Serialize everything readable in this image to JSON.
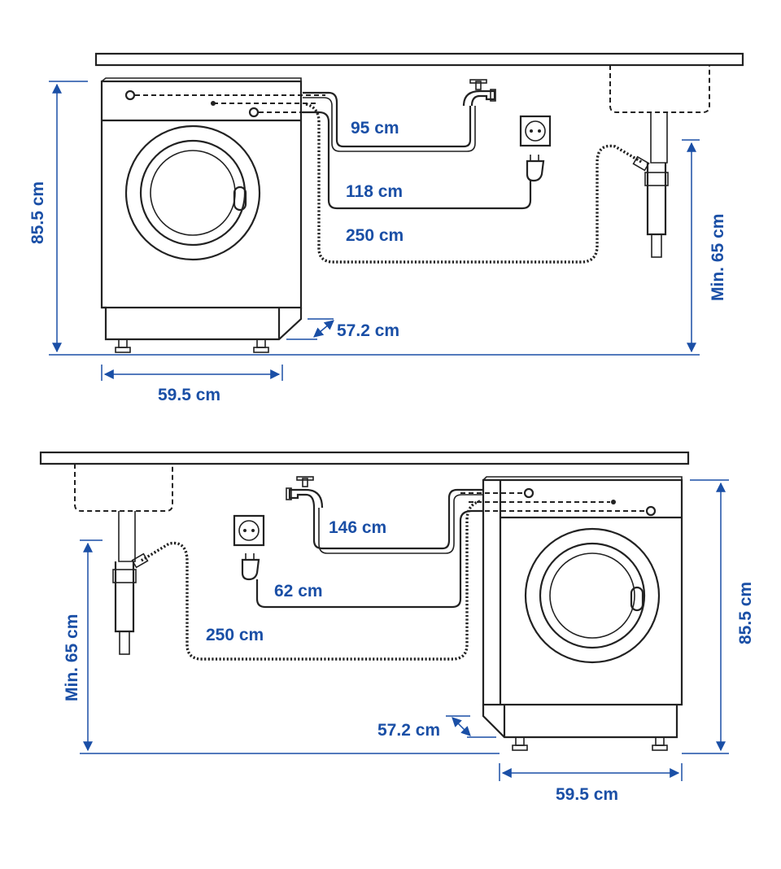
{
  "diagram": {
    "colors": {
      "line": "#222222",
      "dimension": "#1a4fa6",
      "background": "#ffffff"
    },
    "icons": [
      "washing-machine",
      "water-tap",
      "power-socket",
      "power-plug",
      "sink",
      "drain-pipe"
    ],
    "top": {
      "tap_hose_length": "95 cm",
      "power_cord_length": "118 cm",
      "drain_hose_length": "250 cm",
      "height": "85.5 cm",
      "min_height": "Min. 65 cm",
      "depth": "57.2 cm",
      "width": "59.5 cm"
    },
    "bottom": {
      "tap_hose_length": "146 cm",
      "power_cord_length": "62 cm",
      "drain_hose_length": "250 cm",
      "height": "85.5 cm",
      "min_height": "Min. 65 cm",
      "depth": "57.2 cm",
      "width": "59.5 cm"
    }
  }
}
